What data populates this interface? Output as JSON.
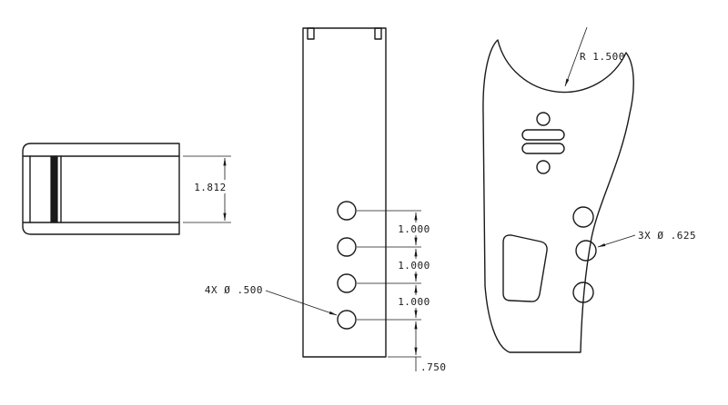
{
  "drawing": {
    "type": "engineering-orthographic-views",
    "views": [
      "side-section-view",
      "front-plate-view",
      "profile-plate-view"
    ]
  },
  "labels": {
    "left_height": "1.812",
    "front_holes": "4X Ø .500",
    "spacings": [
      "1.000",
      "1.000",
      "1.000"
    ],
    "bottom_offset": ".750",
    "top_radius": "R 1.500",
    "side_holes": "3X Ø .625"
  },
  "colors": {
    "line": "#1a1a1a",
    "background": "#ffffff"
  }
}
